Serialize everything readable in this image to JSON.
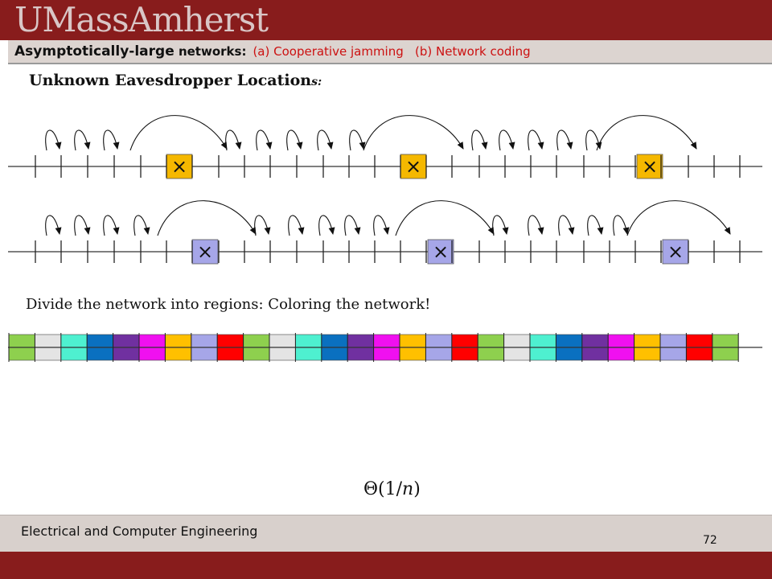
{
  "header": {
    "logo_text": "UMassAmherst",
    "title_part1": "Asymptotically-large",
    "title_part2": " networks:",
    "title_part3": "(a) Cooperative jamming   (b) Network coding"
  },
  "subtitle_main": "Unknown Eavesdropper Location",
  "subtitle_suffix": "s:",
  "divide_text": "Divide the network into regions: Coloring the network!",
  "formula": {
    "prefix": "Θ(1/",
    "var": "n",
    "suffix": ")"
  },
  "footer": {
    "department": "Electrical and Computer Engineering",
    "page_number": "72"
  },
  "colors": {
    "brand": "#881c1c",
    "jammer_orange": "#f5b800",
    "jammer_lavender": "#a6a6e8",
    "highlight_red": "#cc1111"
  },
  "eavesdropper_symbol": "×",
  "palette": [
    "#8ed04e",
    "#e4e4e4",
    "#4ef0d0",
    "#0a70c0",
    "#7030a0",
    "#f010f0",
    "#ffc000",
    "#a6a6e8",
    "#ff0000"
  ]
}
